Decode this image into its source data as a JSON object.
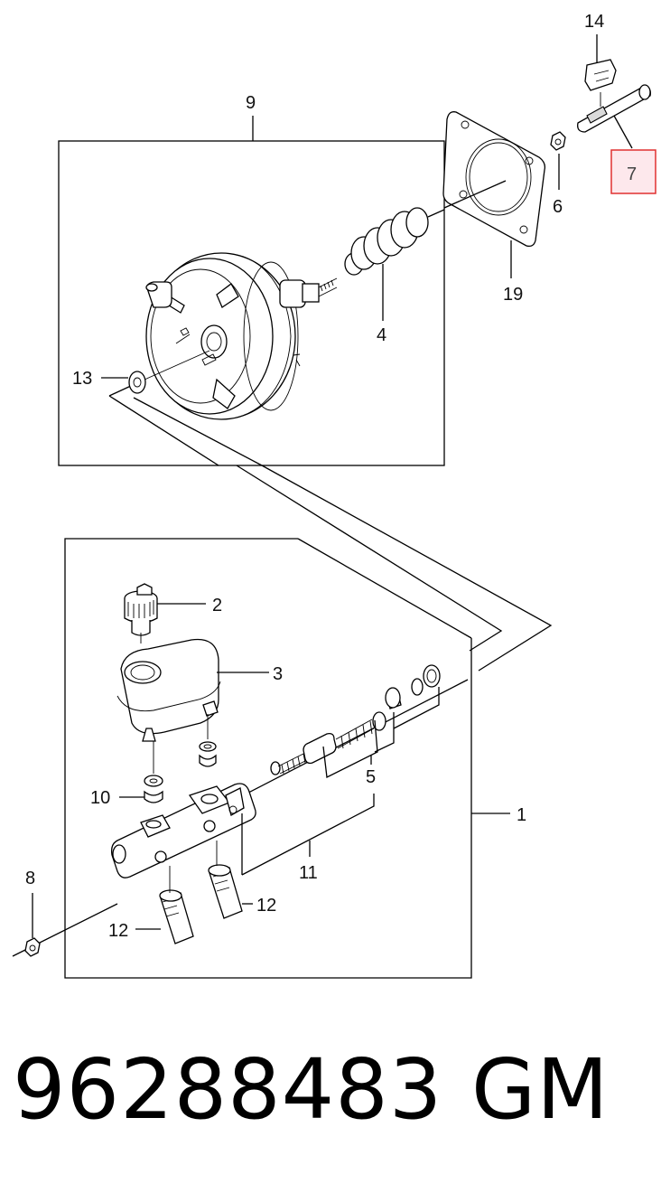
{
  "callouts": {
    "c1": "1",
    "c2": "2",
    "c3": "3",
    "c4": "4",
    "c5": "5",
    "c6": "6",
    "c7": "7",
    "c8": "8",
    "c9": "9",
    "c10": "10",
    "c11": "11",
    "c12a": "12",
    "c12b": "12",
    "c13": "13",
    "c14": "14",
    "c19": "19"
  },
  "highlight": {
    "color": "#e03030",
    "fill": "#fde8ec"
  },
  "footer": {
    "part_number": "96288483",
    "brand": "GM"
  }
}
